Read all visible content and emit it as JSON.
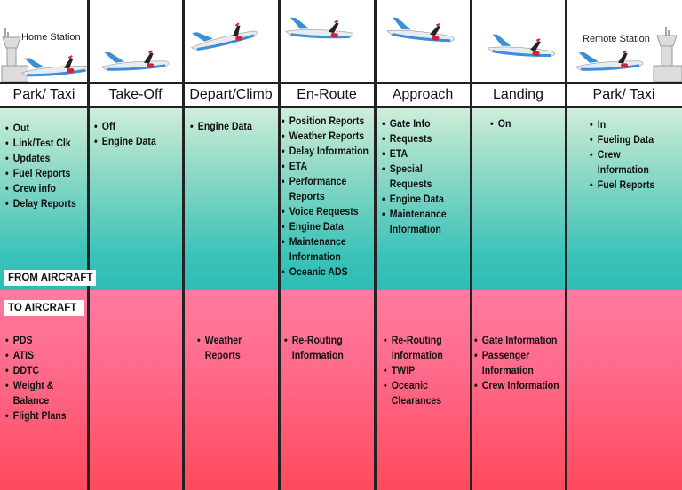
{
  "stations": {
    "home": "Home Station",
    "remote": "Remote Station"
  },
  "labels": {
    "from_aircraft": "FROM AIRCRAFT",
    "to_aircraft": "TO AIRCRAFT"
  },
  "colors": {
    "from_top": "#cdeed8",
    "from_bottom": "#2bbdb6",
    "to_top": "#ff7b9e",
    "to_bottom": "#ff4a5e",
    "plane_tail": "#3a8fd8",
    "plane_accent": "#d8203a"
  },
  "columns": [
    {
      "phase": "Park/ Taxi",
      "from": [
        "Out",
        "Link/Test Clk",
        "Updates",
        "Fuel Reports",
        "Crew info",
        "Delay Reports"
      ],
      "to": [
        "PDS",
        "ATIS",
        "DDTC",
        "Weight & Balance",
        "Flight Plans"
      ]
    },
    {
      "phase": "Take-Off",
      "from": [
        "Off",
        "Engine Data"
      ],
      "to": []
    },
    {
      "phase": "Depart/Climb",
      "from": [
        "Engine Data"
      ],
      "to": [
        "Weather Reports"
      ]
    },
    {
      "phase": "En-Route",
      "from": [
        "Position Reports",
        "Weather Reports",
        "Delay Information",
        "ETA",
        "Performance Reports",
        "Voice Requests",
        "Engine Data",
        "Maintenance Information",
        "Oceanic ADS"
      ],
      "to": [
        "Re-Routing Information"
      ]
    },
    {
      "phase": "Approach",
      "from": [
        "Gate Info",
        "Requests",
        "ETA",
        "Special Requests",
        "Engine Data",
        "Maintenance Information"
      ],
      "to": [
        "Re-Routing Information",
        "TWIP",
        "Oceanic Clearances"
      ]
    },
    {
      "phase": "Landing",
      "from": [
        "On"
      ],
      "to": [
        "Gate Information",
        "Passenger Information",
        "Crew Information"
      ]
    },
    {
      "phase": "Park/ Taxi",
      "from": [
        "In",
        "Fueling Data",
        "Crew Information",
        "Fuel Reports"
      ],
      "to": []
    }
  ]
}
